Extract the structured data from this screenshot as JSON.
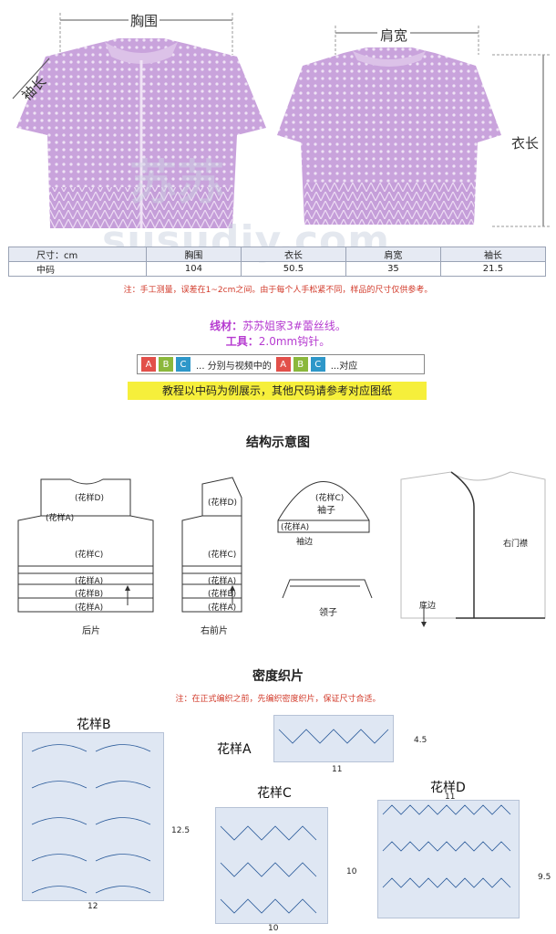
{
  "photo_labels": {
    "chest": "胸围",
    "sleeve": "袖长",
    "shoulder": "肩宽",
    "length": "衣长"
  },
  "watermark": {
    "url": "susudiy.com",
    "brand": "苏苏"
  },
  "size_table": {
    "headers": [
      "尺寸：cm",
      "胸围",
      "衣长",
      "肩宽",
      "袖长"
    ],
    "rows": [
      [
        "中码",
        "104",
        "50.5",
        "35",
        "21.5"
      ]
    ]
  },
  "note_measure": "注：手工测量，误差在1~2cm之间。由于每个人手松紧不同，样品的尺寸仅供参考。",
  "materials": {
    "yarn_label": "线材：",
    "yarn_value": "苏苏姐家3#蕾丝线。",
    "tool_label": "工具：",
    "tool_value": "2.0mm钩针。"
  },
  "abc_legend": {
    "letters": [
      "A",
      "B",
      "C"
    ],
    "text_mid": "... 分别与视频中的",
    "text_end": "...对应"
  },
  "highlight": "教程以中码为例展示，其他尺码请参考对应图纸",
  "structure": {
    "title": "结构示意图",
    "back_label": "后片",
    "right_front_label": "右前片",
    "sleeve_label": "袖子",
    "cuff_label": "袖边",
    "collar_label": "领子",
    "placket_label": "右门襟",
    "hem_label": "底边",
    "patterns": [
      "(花样D)",
      "(花样A)",
      "(花样C)",
      "(花样A)",
      "(花样B)",
      "(花样A)"
    ],
    "sleeve_patterns": [
      "(花样C)",
      "(花样A)"
    ]
  },
  "gauge": {
    "title": "密度织片",
    "note": "注：在正式编织之前，先编织密度织片，保证尺寸合适。",
    "swatches": [
      {
        "name": "花样B",
        "width": "12",
        "height": "12.5"
      },
      {
        "name": "花样A",
        "width": "11",
        "height": "4.5"
      },
      {
        "name": "花样C",
        "width": "10",
        "height": "10"
      },
      {
        "name": "花样D",
        "width": "11",
        "height": "9.5"
      }
    ]
  },
  "colors": {
    "garment": "#c9a3dc",
    "garment_dark": "#b58acb",
    "red": "#d23a2a",
    "purple": "#b63bd0",
    "highlight": "#f6ef3b",
    "chart_bg": "#dfe7f3"
  }
}
